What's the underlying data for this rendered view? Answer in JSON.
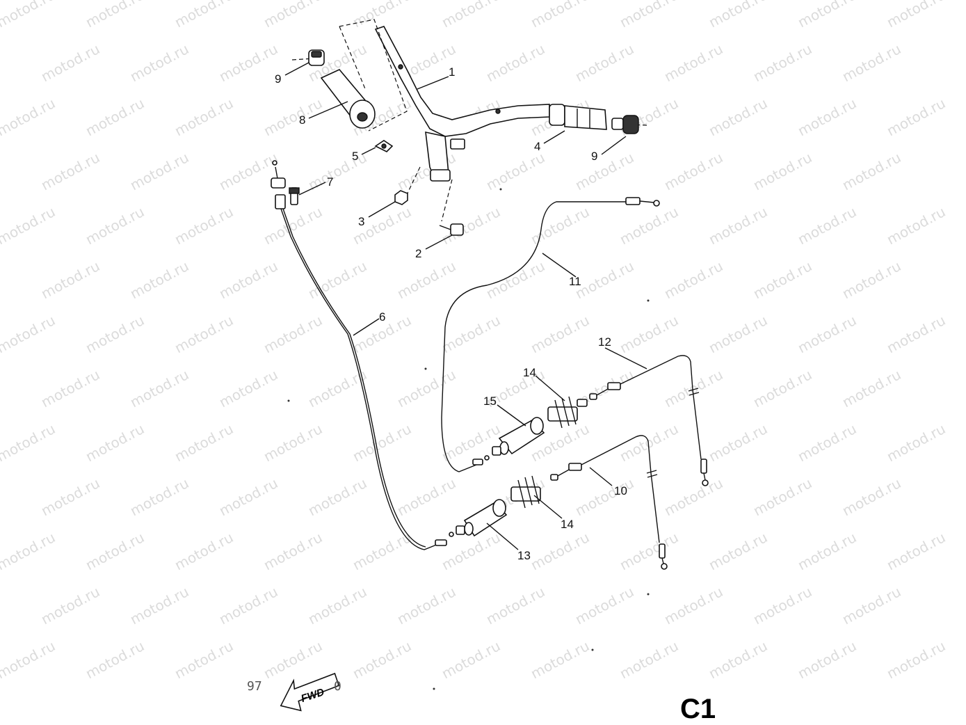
{
  "watermark": "motod.ru",
  "page_code": "C1",
  "fwd_label": "FWD",
  "figure_marks": [
    "97",
    "0"
  ],
  "callouts": [
    "1",
    "2",
    "3",
    "4",
    "5",
    "6",
    "7",
    "8",
    "9",
    "9",
    "10",
    "11",
    "12",
    "13",
    "14",
    "14",
    "15"
  ],
  "colors": {
    "ink": "#111111",
    "watermark": "#bfbfbf",
    "background": "#ffffff"
  }
}
